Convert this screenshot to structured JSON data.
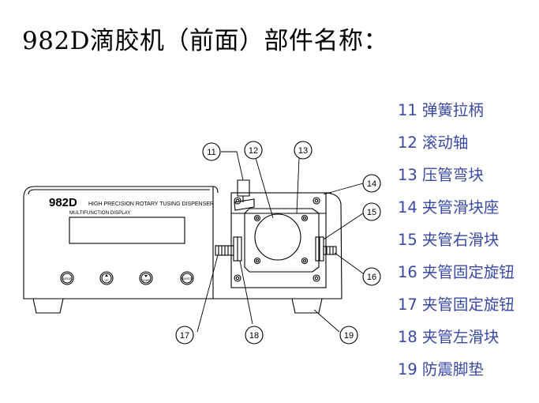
{
  "title": "982D滴胶机（前面）部件名称：",
  "device": {
    "model": "982D",
    "panel_title": "HIGH PRECISION ROTARY TUSING DISPENSER",
    "display_label": "MULTIFUNCTION   DISPLAY",
    "buttons": [
      "MODE",
      "UP",
      "DOWN",
      "RUN/STOP"
    ]
  },
  "callouts": [
    "11",
    "12",
    "13",
    "14",
    "15",
    "16",
    "17",
    "18",
    "19"
  ],
  "parts": [
    {
      "num": "11",
      "name": "弹簧拉柄"
    },
    {
      "num": "12",
      "name": "滚动轴"
    },
    {
      "num": "13",
      "name": "压管弯块"
    },
    {
      "num": "14",
      "name": "夹管滑块座"
    },
    {
      "num": "15",
      "name": "夹管右滑块"
    },
    {
      "num": "16",
      "name": "夹管固定旋钮"
    },
    {
      "num": "17",
      "name": "夹管固定旋钮"
    },
    {
      "num": "18",
      "name": "夹管左滑块"
    },
    {
      "num": "19",
      "name": "防震脚垫"
    }
  ],
  "colors": {
    "legend_text": "#3a49a6",
    "line": "#000000"
  }
}
